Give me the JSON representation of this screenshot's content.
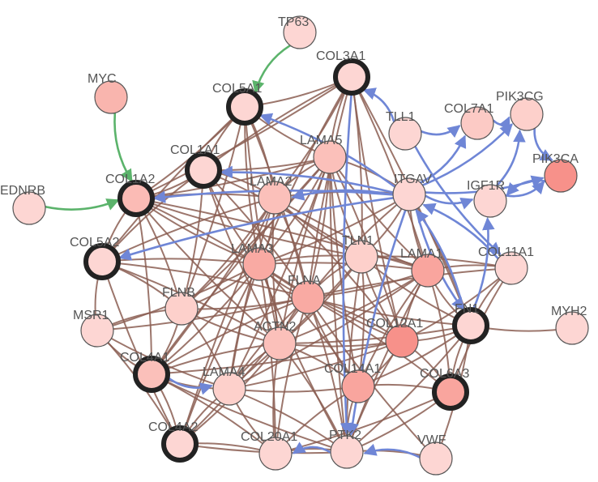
{
  "colors": {
    "background": "#ffffff",
    "edge_interaction": "#8b5e52",
    "edge_blue": "#6f86d6",
    "edge_green": "#5bb36b",
    "node_stroke": "#555555",
    "hub_ring": "#222222",
    "label": "#555555"
  },
  "nodes": [
    {
      "id": "TP63",
      "label": "TP63",
      "fill": "#fdd6d3",
      "hub": false
    },
    {
      "id": "COL3A1",
      "label": "COL3A1",
      "fill": "#fdd6d3",
      "hub": true
    },
    {
      "id": "MYC",
      "label": "MYC",
      "fill": "#f9b5ae",
      "hub": false
    },
    {
      "id": "COL5A1",
      "label": "COL5A1",
      "fill": "#fdd6d3",
      "hub": true
    },
    {
      "id": "TLL1",
      "label": "TLL1",
      "fill": "#fdd6d3",
      "hub": false
    },
    {
      "id": "COL7A1",
      "label": "COL7A1",
      "fill": "#fccac5",
      "hub": false
    },
    {
      "id": "PIK3CG",
      "label": "PIK3CG",
      "fill": "#fdd0cb",
      "hub": false
    },
    {
      "id": "LAMA5",
      "label": "LAMA5",
      "fill": "#fbc0ba",
      "hub": false
    },
    {
      "id": "COL1A1",
      "label": "COL1A1",
      "fill": "#fdd6d3",
      "hub": true
    },
    {
      "id": "PIK3CA",
      "label": "PIK3CA",
      "fill": "#f7918a",
      "hub": false
    },
    {
      "id": "EDNRB",
      "label": "EDNRB",
      "fill": "#fdd6d3",
      "hub": false
    },
    {
      "id": "COL1A2",
      "label": "COL1A2",
      "fill": "#fbbbb5",
      "hub": true
    },
    {
      "id": "LAMA2",
      "label": "LAMA2",
      "fill": "#fbc0ba",
      "hub": false
    },
    {
      "id": "ITGAV",
      "label": "ITGAV",
      "fill": "#fdd6d3",
      "hub": false
    },
    {
      "id": "IGF1R",
      "label": "IGF1R",
      "fill": "#fdd6d3",
      "hub": false
    },
    {
      "id": "COL5A2",
      "label": "COL5A2",
      "fill": "#fdd6d3",
      "hub": true
    },
    {
      "id": "LAMA3",
      "label": "LAMA3",
      "fill": "#f9aaa3",
      "hub": false
    },
    {
      "id": "TLN1",
      "label": "TLN1",
      "fill": "#fdd0cb",
      "hub": false
    },
    {
      "id": "LAMA1",
      "label": "LAMA1",
      "fill": "#f9a59e",
      "hub": false
    },
    {
      "id": "COL11A1",
      "label": "COL11A1",
      "fill": "#fdd6d3",
      "hub": false
    },
    {
      "id": "FLNA",
      "label": "FLNA",
      "fill": "#f9aaa3",
      "hub": false
    },
    {
      "id": "FLNB",
      "label": "FLNB",
      "fill": "#fdd0cb",
      "hub": false
    },
    {
      "id": "MSR1",
      "label": "MSR1",
      "fill": "#fdd6d3",
      "hub": false
    },
    {
      "id": "FN1",
      "label": "FN1",
      "fill": "#fdd6d3",
      "hub": true
    },
    {
      "id": "MYH2",
      "label": "MYH2",
      "fill": "#fdd6d3",
      "hub": false
    },
    {
      "id": "ACTN2",
      "label": "ACTN2",
      "fill": "#fbc0ba",
      "hub": false
    },
    {
      "id": "COL12A1",
      "label": "COL12A1",
      "fill": "#f7918a",
      "hub": false
    },
    {
      "id": "COL4A1",
      "label": "COL4A1",
      "fill": "#fbc0ba",
      "hub": true
    },
    {
      "id": "LAMA4",
      "label": "LAMA4",
      "fill": "#fdd0cb",
      "hub": false
    },
    {
      "id": "COL14A1",
      "label": "COL14A1",
      "fill": "#f9a59e",
      "hub": false
    },
    {
      "id": "COL6A3",
      "label": "COL6A3",
      "fill": "#f9a59e",
      "hub": true
    },
    {
      "id": "COL4A2",
      "label": "COL4A2",
      "fill": "#fdd6d3",
      "hub": true
    },
    {
      "id": "COL20A1",
      "label": "COL20A1",
      "fill": "#fdd6d3",
      "hub": false
    },
    {
      "id": "PTK2",
      "label": "PTK2",
      "fill": "#fdd6d3",
      "hub": false
    },
    {
      "id": "VWF",
      "label": "VWF",
      "fill": "#fdd6d3",
      "hub": false
    }
  ],
  "interactions": [
    [
      "COL3A1",
      "COL5A1"
    ],
    [
      "COL3A1",
      "COL1A1"
    ],
    [
      "COL3A1",
      "COL1A2"
    ],
    [
      "COL3A1",
      "LAMA5"
    ],
    [
      "COL3A1",
      "LAMA2"
    ],
    [
      "COL3A1",
      "LAMA3"
    ],
    [
      "COL3A1",
      "TLN1"
    ],
    [
      "COL3A1",
      "FLNA"
    ],
    [
      "COL3A1",
      "LAMA1"
    ],
    [
      "COL3A1",
      "COL12A1"
    ],
    [
      "COL3A1",
      "FN1"
    ],
    [
      "COL5A1",
      "COL1A1"
    ],
    [
      "COL5A1",
      "COL1A2"
    ],
    [
      "COL5A1",
      "LAMA5"
    ],
    [
      "COL5A1",
      "LAMA2"
    ],
    [
      "COL5A1",
      "LAMA3"
    ],
    [
      "COL5A1",
      "FLNA"
    ],
    [
      "COL5A1",
      "COL5A2"
    ],
    [
      "COL5A1",
      "FLNB"
    ],
    [
      "COL5A1",
      "ACTN2"
    ],
    [
      "COL1A1",
      "COL1A2"
    ],
    [
      "COL1A1",
      "LAMA5"
    ],
    [
      "COL1A1",
      "LAMA2"
    ],
    [
      "COL1A1",
      "LAMA3"
    ],
    [
      "COL1A1",
      "FLNA"
    ],
    [
      "COL1A1",
      "COL5A2"
    ],
    [
      "COL1A1",
      "FLNB"
    ],
    [
      "COL1A1",
      "ACTN2"
    ],
    [
      "COL1A1",
      "TLN1"
    ],
    [
      "COL1A2",
      "LAMA5"
    ],
    [
      "COL1A2",
      "LAMA2"
    ],
    [
      "COL1A2",
      "LAMA3"
    ],
    [
      "COL1A2",
      "FLNA"
    ],
    [
      "COL1A2",
      "COL5A2"
    ],
    [
      "COL1A2",
      "FLNB"
    ],
    [
      "COL1A2",
      "ACTN2"
    ],
    [
      "COL1A2",
      "COL4A1"
    ],
    [
      "COL1A2",
      "TLN1"
    ],
    [
      "COL1A2",
      "LAMA1"
    ],
    [
      "LAMA5",
      "LAMA2"
    ],
    [
      "LAMA5",
      "LAMA3"
    ],
    [
      "LAMA5",
      "TLN1"
    ],
    [
      "LAMA5",
      "FLNA"
    ],
    [
      "LAMA5",
      "LAMA1"
    ],
    [
      "LAMA5",
      "ITGAV"
    ],
    [
      "LAMA5",
      "ACTN2"
    ],
    [
      "LAMA5",
      "COL12A1"
    ],
    [
      "LAMA5",
      "COL14A1"
    ],
    [
      "LAMA5",
      "LAMA4"
    ],
    [
      "LAMA5",
      "COL4A1"
    ],
    [
      "LAMA5",
      "FLNB"
    ],
    [
      "LAMA5",
      "PTK2"
    ],
    [
      "LAMA2",
      "LAMA3"
    ],
    [
      "LAMA2",
      "TLN1"
    ],
    [
      "LAMA2",
      "FLNA"
    ],
    [
      "LAMA2",
      "LAMA1"
    ],
    [
      "LAMA2",
      "ITGAV"
    ],
    [
      "LAMA2",
      "ACTN2"
    ],
    [
      "LAMA2",
      "COL12A1"
    ],
    [
      "LAMA2",
      "LAMA4"
    ],
    [
      "LAMA2",
      "FLNB"
    ],
    [
      "LAMA2",
      "COL5A2"
    ],
    [
      "LAMA2",
      "COL4A1"
    ],
    [
      "LAMA2",
      "COL4A2"
    ],
    [
      "LAMA3",
      "TLN1"
    ],
    [
      "LAMA3",
      "FLNA"
    ],
    [
      "LAMA3",
      "LAMA1"
    ],
    [
      "LAMA3",
      "ITGAV"
    ],
    [
      "LAMA3",
      "ACTN2"
    ],
    [
      "LAMA3",
      "COL12A1"
    ],
    [
      "LAMA3",
      "COL14A1"
    ],
    [
      "LAMA3",
      "LAMA4"
    ],
    [
      "LAMA3",
      "FLNB"
    ],
    [
      "LAMA3",
      "COL5A2"
    ],
    [
      "LAMA3",
      "COL4A1"
    ],
    [
      "LAMA3",
      "COL4A2"
    ],
    [
      "LAMA3",
      "MSR1"
    ],
    [
      "LAMA3",
      "PTK2"
    ],
    [
      "LAMA3",
      "COL20A1"
    ],
    [
      "TLN1",
      "FLNA"
    ],
    [
      "TLN1",
      "LAMA1"
    ],
    [
      "TLN1",
      "ITGAV"
    ],
    [
      "TLN1",
      "ACTN2"
    ],
    [
      "TLN1",
      "COL12A1"
    ],
    [
      "TLN1",
      "COL14A1"
    ],
    [
      "TLN1",
      "PTK2"
    ],
    [
      "TLN1",
      "LAMA4"
    ],
    [
      "TLN1",
      "FN1"
    ],
    [
      "TLN1",
      "COL11A1"
    ],
    [
      "FLNA",
      "LAMA1"
    ],
    [
      "FLNA",
      "ITGAV"
    ],
    [
      "FLNA",
      "ACTN2"
    ],
    [
      "FLNA",
      "COL12A1"
    ],
    [
      "FLNA",
      "COL14A1"
    ],
    [
      "FLNA",
      "PTK2"
    ],
    [
      "FLNA",
      "LAMA4"
    ],
    [
      "FLNA",
      "FLNB"
    ],
    [
      "FLNA",
      "COL4A1"
    ],
    [
      "FLNA",
      "COL4A2"
    ],
    [
      "FLNA",
      "COL20A1"
    ],
    [
      "FLNA",
      "COL6A3"
    ],
    [
      "FLNA",
      "FN1"
    ],
    [
      "FLNA",
      "COL11A1"
    ],
    [
      "FLNA",
      "VWF"
    ],
    [
      "FLNA",
      "MSR1"
    ],
    [
      "FLNA",
      "COL5A2"
    ],
    [
      "LAMA1",
      "ITGAV"
    ],
    [
      "LAMA1",
      "COL12A1"
    ],
    [
      "LAMA1",
      "COL11A1"
    ],
    [
      "LAMA1",
      "FN1"
    ],
    [
      "LAMA1",
      "ACTN2"
    ],
    [
      "LAMA1",
      "COL14A1"
    ],
    [
      "LAMA1",
      "LAMA4"
    ],
    [
      "LAMA1",
      "PTK2"
    ],
    [
      "LAMA1",
      "COL6A3"
    ],
    [
      "ACTN2",
      "COL12A1"
    ],
    [
      "ACTN2",
      "COL14A1"
    ],
    [
      "ACTN2",
      "LAMA4"
    ],
    [
      "ACTN2",
      "PTK2"
    ],
    [
      "ACTN2",
      "COL4A1"
    ],
    [
      "ACTN2",
      "COL4A2"
    ],
    [
      "ACTN2",
      "COL20A1"
    ],
    [
      "ACTN2",
      "FLNB"
    ],
    [
      "ACTN2",
      "FN1"
    ],
    [
      "COL12A1",
      "COL14A1"
    ],
    [
      "COL12A1",
      "FN1"
    ],
    [
      "COL12A1",
      "COL6A3"
    ],
    [
      "COL12A1",
      "PTK2"
    ],
    [
      "COL12A1",
      "LAMA4"
    ],
    [
      "COL12A1",
      "COL11A1"
    ],
    [
      "COL12A1",
      "COL4A1"
    ],
    [
      "COL14A1",
      "PTK2"
    ],
    [
      "COL14A1",
      "COL6A3"
    ],
    [
      "COL14A1",
      "COL20A1"
    ],
    [
      "COL14A1",
      "LAMA4"
    ],
    [
      "COL14A1",
      "FN1"
    ],
    [
      "FN1",
      "COL11A1"
    ],
    [
      "FN1",
      "COL6A3"
    ],
    [
      "FN1",
      "PTK2"
    ],
    [
      "FN1",
      "MYH2"
    ],
    [
      "FN1",
      "VWF"
    ],
    [
      "FN1",
      "ITGAV"
    ],
    [
      "COL4A1",
      "COL4A2"
    ],
    [
      "COL4A1",
      "LAMA4"
    ],
    [
      "COL4A1",
      "MSR1"
    ],
    [
      "COL4A1",
      "FLNB"
    ],
    [
      "COL4A1",
      "COL20A1"
    ],
    [
      "COL4A1",
      "PTK2"
    ],
    [
      "COL4A2",
      "LAMA4"
    ],
    [
      "COL4A2",
      "MSR1"
    ],
    [
      "COL4A2",
      "COL20A1"
    ],
    [
      "COL4A2",
      "PTK2"
    ],
    [
      "COL4A2",
      "COL5A2"
    ],
    [
      "LAMA4",
      "COL20A1"
    ],
    [
      "LAMA4",
      "PTK2"
    ],
    [
      "LAMA4",
      "FLNB"
    ],
    [
      "LAMA4",
      "MSR1"
    ],
    [
      "PTK2",
      "COL20A1"
    ],
    [
      "PTK2",
      "VWF"
    ],
    [
      "PTK2",
      "COL6A3"
    ],
    [
      "COL5A2",
      "FLNB"
    ],
    [
      "COL5A2",
      "MSR1"
    ],
    [
      "COL5A2",
      "ACTN2"
    ],
    [
      "FLNB",
      "MSR1"
    ],
    [
      "COL6A3",
      "COL11A1"
    ],
    [
      "COL20A1",
      "COL6A3"
    ]
  ],
  "arrows_blue": [
    [
      "ITGAV",
      "COL5A1"
    ],
    [
      "ITGAV",
      "COL1A2"
    ],
    [
      "ITGAV",
      "COL1A1"
    ],
    [
      "ITGAV",
      "COL5A2"
    ],
    [
      "ITGAV",
      "IGF1R"
    ],
    [
      "ITGAV",
      "PIK3CA"
    ],
    [
      "ITGAV",
      "PIK3CG"
    ],
    [
      "ITGAV",
      "COL7A1"
    ],
    [
      "ITGAV",
      "PTK2"
    ],
    [
      "ITGAV",
      "FN1"
    ],
    [
      "ITGAV",
      "LAMA2"
    ],
    [
      "TLL1",
      "COL7A1"
    ],
    [
      "TLL1",
      "COL3A1"
    ],
    [
      "TLL1",
      "COL11A1"
    ],
    [
      "COL7A1",
      "PIK3CG"
    ],
    [
      "IGF1R",
      "PIK3CA"
    ],
    [
      "IGF1R",
      "PIK3CG"
    ],
    [
      "PIK3CA",
      "IGF1R"
    ],
    [
      "PIK3CG",
      "PIK3CA"
    ],
    [
      "COL11A1",
      "ITGAV"
    ],
    [
      "FN1",
      "ITGAV"
    ],
    [
      "FN1",
      "IGF1R"
    ],
    [
      "VWF",
      "PTK2"
    ],
    [
      "COL4A1",
      "LAMA4"
    ],
    [
      "PTK2",
      "COL20A1"
    ],
    [
      "COL3A1",
      "PTK2"
    ]
  ],
  "arrows_green": [
    [
      "TP63",
      "COL5A1"
    ],
    [
      "MYC",
      "COL1A2"
    ],
    [
      "EDNRB",
      "COL1A2"
    ]
  ]
}
